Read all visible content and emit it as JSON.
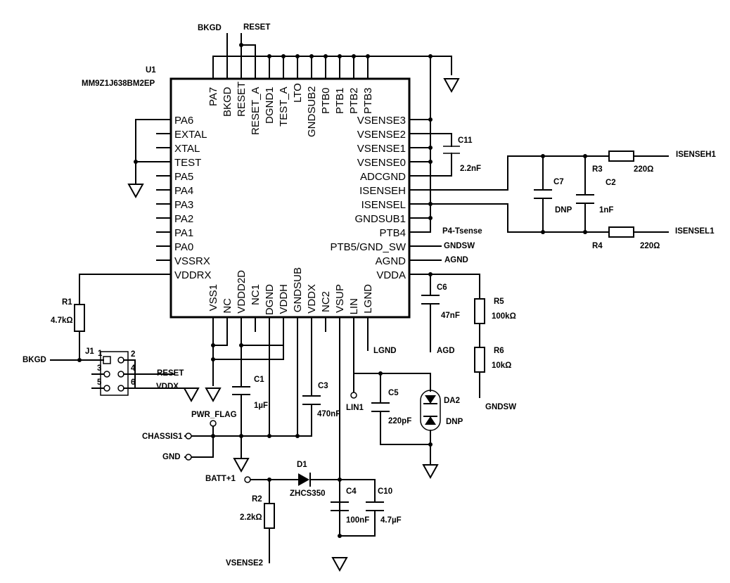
{
  "u1": {
    "ref": "U1",
    "part": "MM9Z1J638BM2EP",
    "pins_top": [
      "PA7",
      "BKGD",
      "RESET",
      "RESET_A",
      "DGND1",
      "TEST_A",
      "LTO",
      "GNDSUB2",
      "PTB0",
      "PTB1",
      "PTB2",
      "PTB3"
    ],
    "pins_left": [
      "PA6",
      "EXTAL",
      "XTAL",
      "TEST",
      "PA5",
      "PA4",
      "PA3",
      "PA2",
      "PA1",
      "PA0",
      "VSSRX",
      "VDDRX"
    ],
    "pins_right": [
      "VSENSE3",
      "VSENSE2",
      "VSENSE1",
      "VSENSE0",
      "ADCGND",
      "ISENSEH",
      "ISENSEL",
      "GNDSUB1",
      "PTB4",
      "PTB5/GND_SW",
      "AGND",
      "VDDA"
    ],
    "pins_bottom": [
      "VSS1",
      "NC",
      "VDDD2D",
      "NC1",
      "DGND",
      "VDDH",
      "GNDSUB",
      "VDDX",
      "NC2",
      "VSUP",
      "LIN",
      "LGND"
    ]
  },
  "nets": {
    "bkgd_top": "BKGD",
    "reset_top": "RESET",
    "ptb4": "P4-Tsense",
    "gndsw": "GNDSW",
    "agnd": "AGND",
    "lgnd": "LGND",
    "agd": "AGD",
    "gndsw_bottom": "GNDSW",
    "isenseh1": "ISENSEH1",
    "isensel1": "ISENSEL1",
    "bkgd_left": "BKGD",
    "reset_j1": "RESET",
    "vddx_j1": "VDDX",
    "pwr_flag": "PWR_FLAG",
    "chassis1": "CHASSIS1",
    "gnd": "GND",
    "batt": "BATT+1",
    "vsense2": "VSENSE2",
    "lin1": "LIN1"
  },
  "components": {
    "c11": {
      "ref": "C11",
      "value": "2.2nF"
    },
    "c7": {
      "ref": "C7",
      "value": "DNP"
    },
    "c2": {
      "ref": "C2",
      "value": "1nF"
    },
    "r3": {
      "ref": "R3",
      "value": "220Ω"
    },
    "r4": {
      "ref": "R4",
      "value": "220Ω"
    },
    "c6": {
      "ref": "C6",
      "value": "47nF"
    },
    "r5": {
      "ref": "R5",
      "value": "100kΩ"
    },
    "r6": {
      "ref": "R6",
      "value": "10kΩ"
    },
    "r1": {
      "ref": "R1",
      "value": "4.7kΩ"
    },
    "j1": {
      "ref": "J1",
      "pins": [
        "1",
        "2",
        "3",
        "4",
        "5",
        "6"
      ]
    },
    "c1": {
      "ref": "C1",
      "value": "1µF"
    },
    "c3": {
      "ref": "C3",
      "value": "470nF"
    },
    "c5": {
      "ref": "C5",
      "value": "220pF"
    },
    "da2": {
      "ref": "DA2",
      "value": "DNP"
    },
    "d1": {
      "ref": "D1",
      "value": "ZHCS350"
    },
    "r2": {
      "ref": "R2",
      "value": "2.2kΩ"
    },
    "c4": {
      "ref": "C4",
      "value": "100nF"
    },
    "c10": {
      "ref": "C10",
      "value": "4.7µF"
    }
  }
}
